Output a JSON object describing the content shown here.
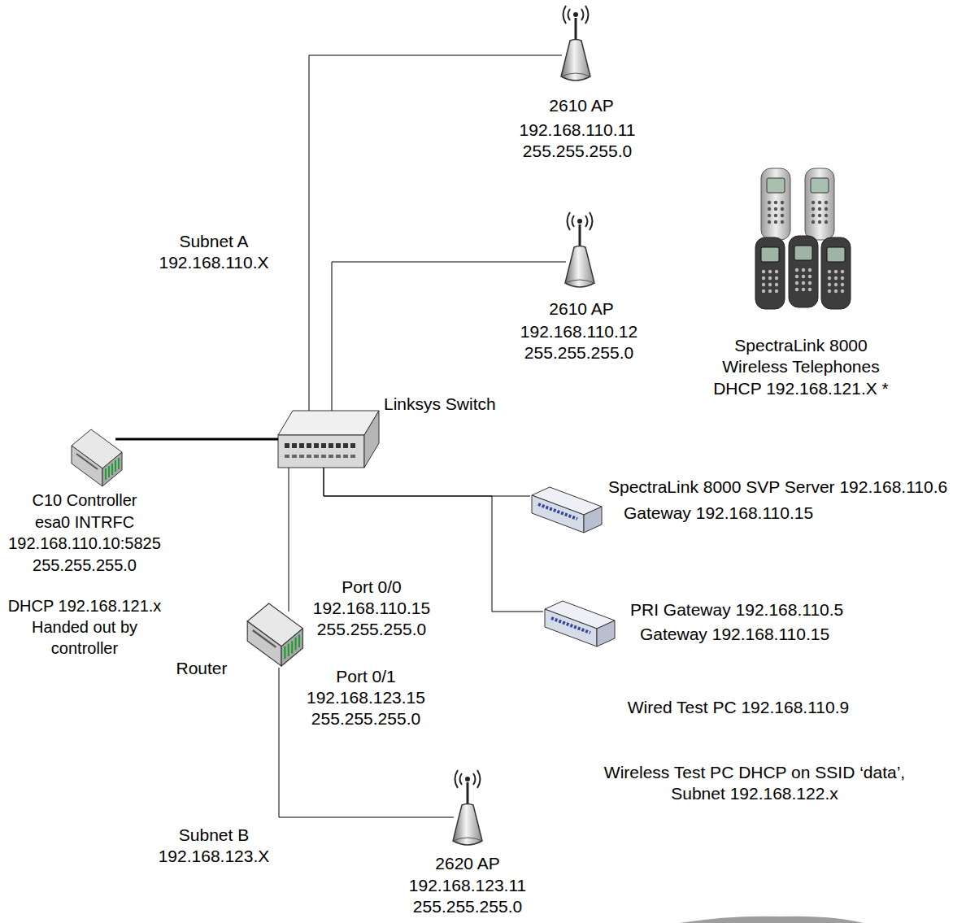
{
  "diagram": {
    "nodes": [
      {
        "text": [
          "2610 AP",
          "192.168.110.11",
          "255.255.255.0"
        ]
      },
      {
        "text": [
          "2610 AP",
          "192.168.110.12",
          "255.255.255.0"
        ]
      },
      {
        "text": [
          "SpectraLink 8000 Wireless Telephones",
          "DHCP 192.168.121.X *"
        ]
      },
      {
        "text": [
          "Linksys Switch"
        ]
      },
      {
        "text": [
          "C10 Controller",
          "esa0 INTRFC",
          "192.168.110.10:5825",
          "255.255.255.0"
        ]
      },
      {
        "text": [
          "SpectraLink 8000 SVP Server 192.168.110.6",
          "Gateway 192.168.110.15"
        ]
      },
      {
        "text": [
          "PRI Gateway 192.168.110.5",
          "Gateway 192.168.110.15"
        ]
      },
      {
        "text": [
          "Router"
        ]
      },
      {
        "text": [
          "2620 AP",
          "192.168.123.11",
          "255.255.255.0"
        ]
      }
    ],
    "edges": [
      {
        "from": 3,
        "to": 0,
        "arrow": "none"
      },
      {
        "from": 3,
        "to": 1,
        "arrow": "none"
      },
      {
        "from": 4,
        "to": 3,
        "arrow": "none"
      },
      {
        "from": 3,
        "to": 5,
        "arrow": "none"
      },
      {
        "from": 3,
        "to": 6,
        "arrow": "none"
      },
      {
        "from": 3,
        "to": 7,
        "arrow": "none"
      },
      {
        "from": 7,
        "to": 8,
        "arrow": "none"
      }
    ],
    "labels": [
      "Subnet A",
      "192.168.110.X",
      "DHCP 192.168.121.x Handed out by controller",
      "Port 0/0",
      "192.168.110.15",
      "255.255.255.0",
      "Port 0/1",
      "192.168.123.15",
      "255.255.255.0",
      "Wired Test PC 192.168.110.9",
      "Wireless Test PC DHCP on SSID ‘data’, Subnet 192.168.122.x",
      "Subnet B",
      "192.168.123.X"
    ]
  }
}
